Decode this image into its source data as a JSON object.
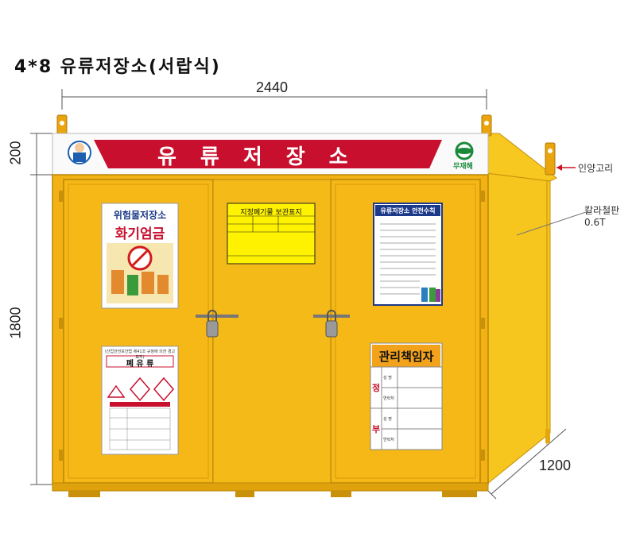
{
  "title": "4*8 유류저장소(서랍식)",
  "dimensions": {
    "width": "2440",
    "height_top": "200",
    "height_main": "1800",
    "depth": "1200"
  },
  "annotations": {
    "lifting_ring": "인양고리",
    "steel_plate": "칼라철판0.6T"
  },
  "header_sign": {
    "text": "유류저장소",
    "logo_text": "무재해"
  },
  "left_door": {
    "fire_sign": {
      "line1": "위험물저장소",
      "line2": "화기엄금"
    },
    "waste_sign": {
      "header": "(산업안전보건법 제41조 규정에 의한 경고표지)",
      "title": "폐 유 류"
    }
  },
  "center_panel": {
    "title": "지정폐기물 보관표지"
  },
  "right_door": {
    "safety_sign": {
      "title": "유류저장소 안전수칙"
    },
    "manager_sign": {
      "title": "관리책임자",
      "primary": "정",
      "secondary": "부",
      "name_label": "성 명",
      "contact_label": "연락처"
    }
  },
  "colors": {
    "cabinet": "#f2b213",
    "cabinet_dark": "#d99a0a",
    "side": "#f5c21a",
    "header_red": "#c8102e",
    "ring": "#e8a50c"
  }
}
